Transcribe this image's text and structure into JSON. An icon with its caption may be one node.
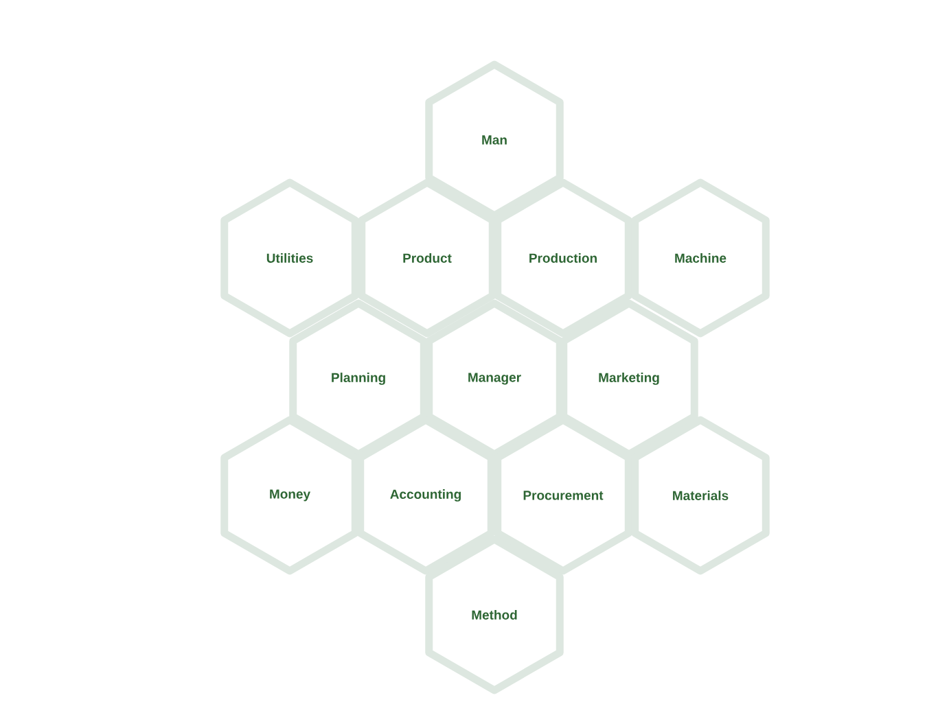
{
  "diagram": {
    "nodes": [
      {
        "text": [
          "Man"
        ]
      },
      {
        "text": [
          "Utilities"
        ]
      },
      {
        "text": [
          "Product"
        ]
      },
      {
        "text": [
          "Production"
        ]
      },
      {
        "text": [
          "Machine"
        ]
      },
      {
        "text": [
          "Planning"
        ]
      },
      {
        "text": [
          "Manager"
        ]
      },
      {
        "text": [
          "Marketing"
        ]
      },
      {
        "text": [
          "Money"
        ]
      },
      {
        "text": [
          "Accounting"
        ]
      },
      {
        "text": [
          "Procurement"
        ]
      },
      {
        "text": [
          "Materials"
        ]
      },
      {
        "text": [
          "Method"
        ]
      }
    ]
  }
}
